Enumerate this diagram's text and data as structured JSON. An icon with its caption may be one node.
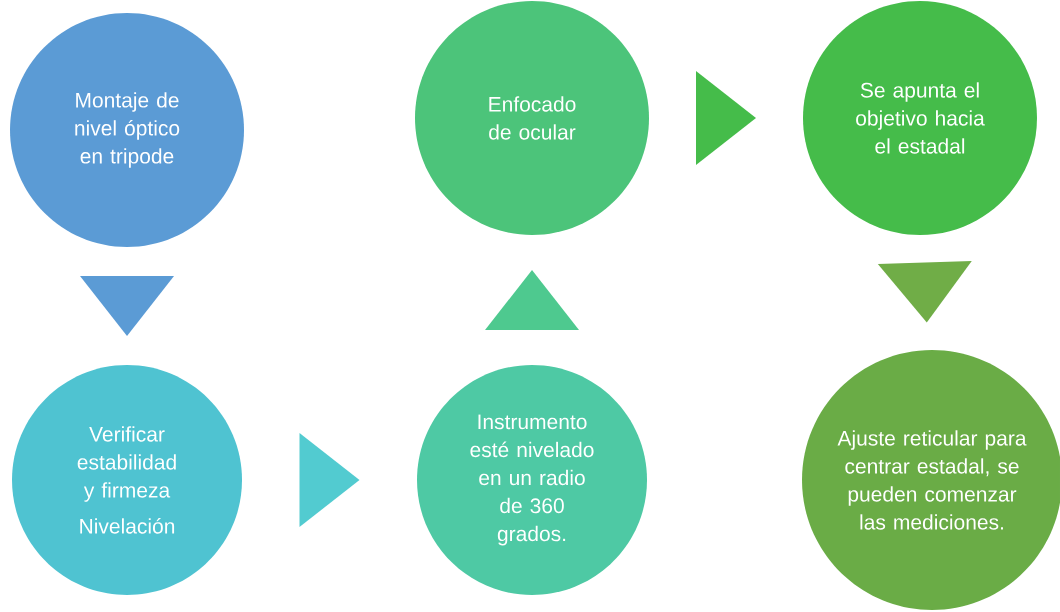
{
  "diagram": {
    "nodes": [
      {
        "text": [
          "Montaje de nivel óptico en tripode"
        ]
      },
      {
        "text": [
          "Verificar estabilidad y firmeza",
          "Nivelación"
        ]
      },
      {
        "text": [
          "Instrumento esté nivelado en un radio de 360 grados."
        ]
      },
      {
        "text": [
          "Enfocado de ocular"
        ]
      },
      {
        "text": [
          "Se apunta el objetivo hacia el estadal"
        ]
      },
      {
        "text": [
          "Ajuste reticular para centrar estadal, se pueden comenzar las mediciones."
        ]
      }
    ],
    "edges": [
      {
        "from": 0,
        "to": 1,
        "arrow": "to",
        "color": "#5b9bd5"
      },
      {
        "from": 1,
        "to": 2,
        "arrow": "to",
        "color": "#52cbd0"
      },
      {
        "from": 2,
        "to": 3,
        "arrow": "to",
        "color": "#4ec98f"
      },
      {
        "from": 3,
        "to": 4,
        "arrow": "to",
        "color": "#45bc4a"
      },
      {
        "from": 4,
        "to": 5,
        "arrow": "to",
        "color": "#70ad47"
      }
    ]
  }
}
